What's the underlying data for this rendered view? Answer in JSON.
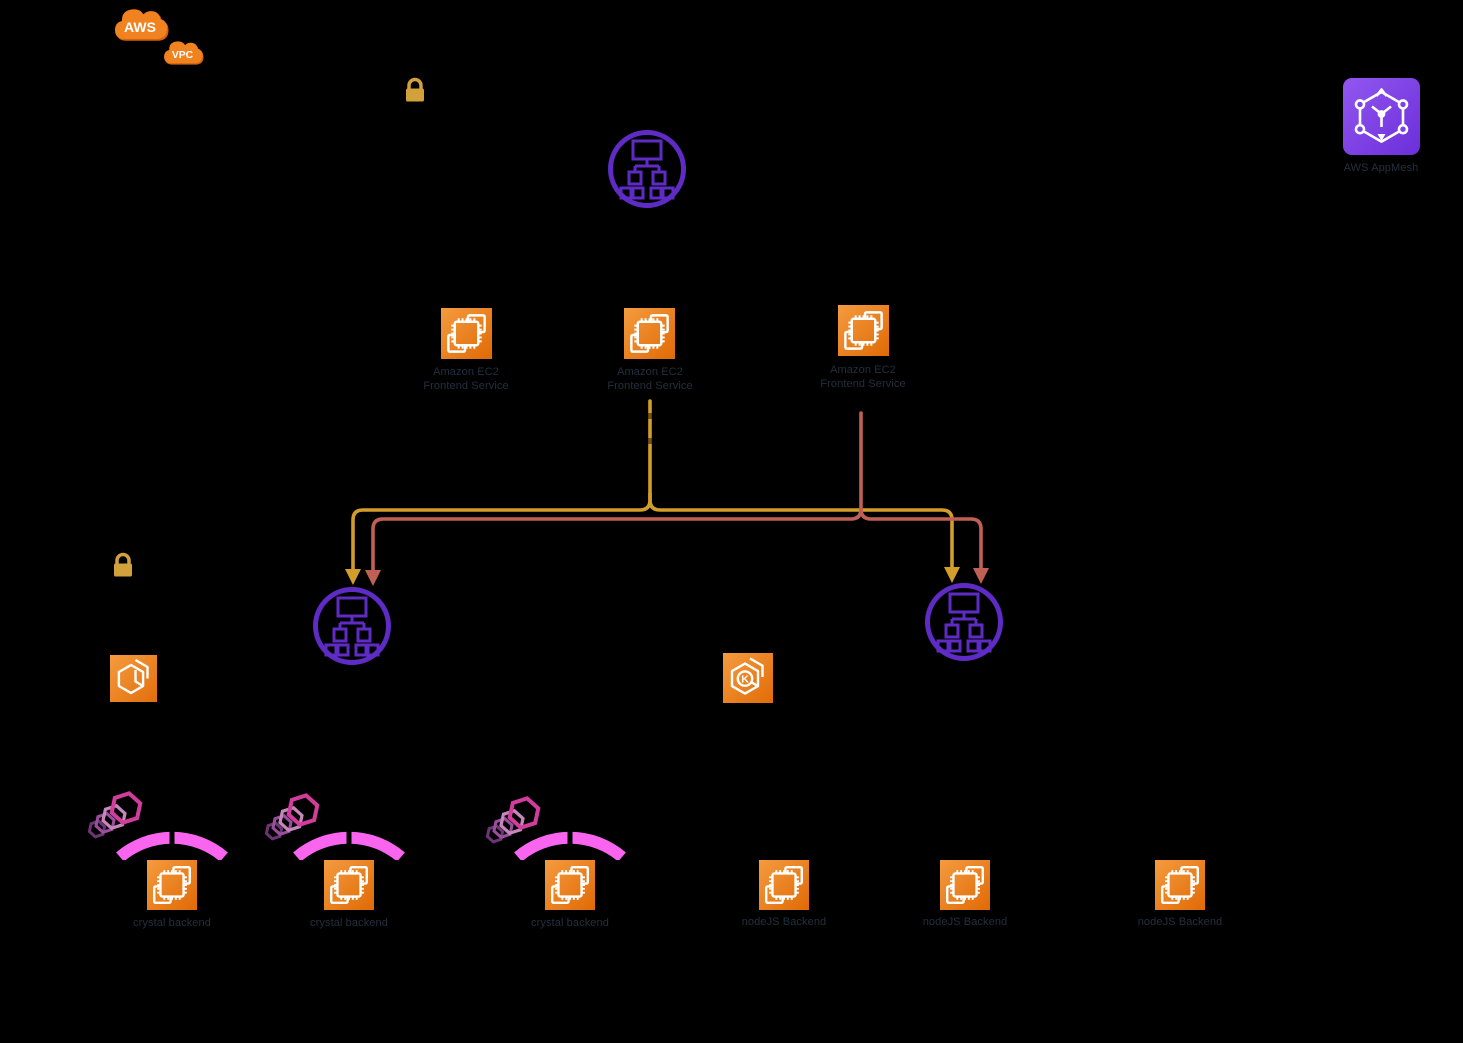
{
  "canvas": {
    "background": "#000000"
  },
  "vpc_group": {
    "aws_cloud_label": "AWS",
    "vpc_cloud_label": "VPC"
  },
  "app_mesh": {
    "label": "AWS AppMesh"
  },
  "frontend_services": [
    {
      "line1": "Amazon EC2",
      "line2": "Frontend Service"
    },
    {
      "line1": "Amazon EC2",
      "line2": "Frontend Service"
    },
    {
      "line1": "Amazon EC2",
      "line2": "Frontend Service"
    }
  ],
  "eks": {
    "letter": "K"
  },
  "crystal_backends": [
    {
      "label": "crystal backend"
    },
    {
      "label": "crystal backend"
    },
    {
      "label": "crystal backend"
    }
  ],
  "nodejs_backends": [
    {
      "label": "nodeJS Backend"
    },
    {
      "label": "nodeJS Backend"
    },
    {
      "label": "nodeJS Backend"
    }
  ],
  "colors": {
    "canvas_bg": "#000000",
    "aws_orange": "#F0831F",
    "aws_orange_shadow": "#D2610E",
    "icon_gradient_start": "#F49B3F",
    "icon_gradient_end": "#E06A05",
    "purple": "#5E2BC4",
    "appmesh_gradient_start": "#9257F0",
    "appmesh_gradient_end": "#6C2EDA",
    "gold": "#D2A13C",
    "route_yellow": "#D29D2A",
    "route_red": "#C06055",
    "mesh_arc_pink": "#F965EF",
    "hexagon_pink_large": "#D23C9C",
    "hexagon_pink_mid": "#C687BC",
    "hexagon_purple_mid": "#9A4F9E",
    "hexagon_purple_dark": "#6E3474",
    "label_text": "#232F3E"
  }
}
